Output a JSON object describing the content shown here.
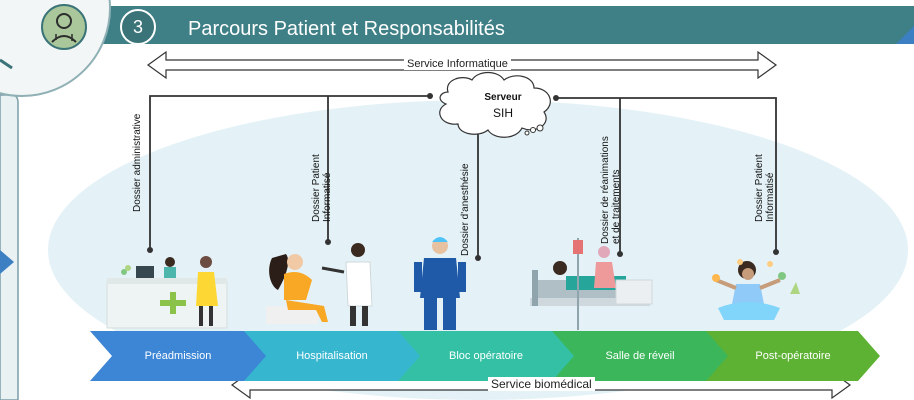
{
  "header": {
    "step_number": "3",
    "title": "Parcours Patient et Responsabilités",
    "colors": {
      "bar": "#3f7f86",
      "circle": "#3a7378",
      "accent_blue": "#3c7fc2"
    }
  },
  "services": {
    "top": "Service Informatique",
    "bottom": "Service biomédical"
  },
  "server": {
    "name": "Serveur",
    "system": "SIH"
  },
  "records": [
    {
      "lines": [
        "Dossier administrative"
      ]
    },
    {
      "lines": [
        "Dossier Patient",
        "Informatisé"
      ]
    },
    {
      "lines": [
        "Dossier d'anesthésie"
      ]
    },
    {
      "lines": [
        "Dossier de réanimations",
        "et de traitements"
      ]
    },
    {
      "lines": [
        "Dossier Patient",
        "Informatisé"
      ]
    }
  ],
  "steps": [
    {
      "label": "Préadmission",
      "color": "#3d86d6"
    },
    {
      "label": "Hospitalisation",
      "color": "#36b6cf"
    },
    {
      "label": "Bloc opératoire",
      "color": "#34c0a4"
    },
    {
      "label": "Salle de réveil",
      "color": "#3bb65a"
    },
    {
      "label": "Post-opératoire",
      "color": "#5db234"
    }
  ],
  "icons": {
    "header": "doctor-avatar-icon"
  }
}
